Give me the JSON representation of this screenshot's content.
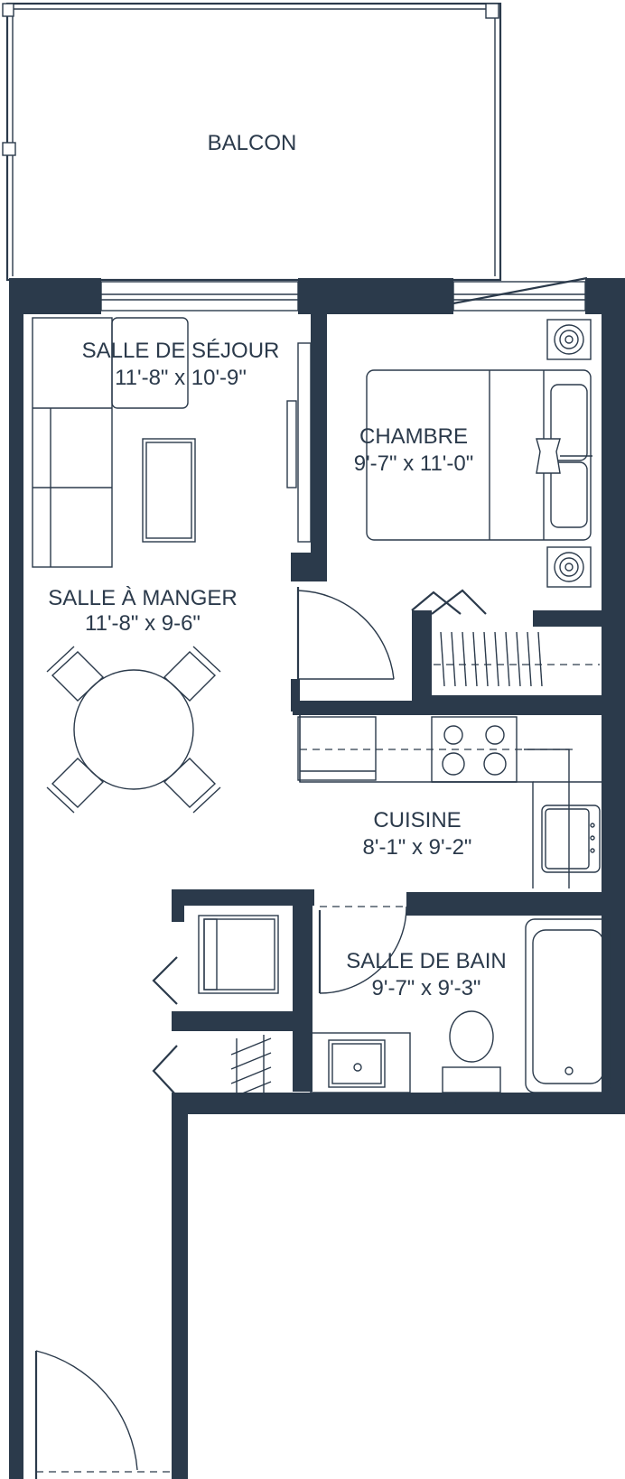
{
  "rooms": {
    "balcon": {
      "name": "BALCON"
    },
    "sejour": {
      "name": "SALLE DE SÉJOUR",
      "size": "11'-8\" x 10'-9\""
    },
    "chambre": {
      "name": "CHAMBRE",
      "size": "9'-7\" x 11'-0\""
    },
    "manger": {
      "name": "SALLE À MANGER",
      "size": "11'-8\" x 9-6\""
    },
    "cuisine": {
      "name": "CUISINE",
      "size": "8'-1\" x 9'-2\""
    },
    "bain": {
      "name": "SALLE DE BAIN",
      "size": "9'-7\" x 9'-3\""
    }
  },
  "colors": {
    "wall": "#2b3a4b",
    "background": "#ffffff"
  }
}
